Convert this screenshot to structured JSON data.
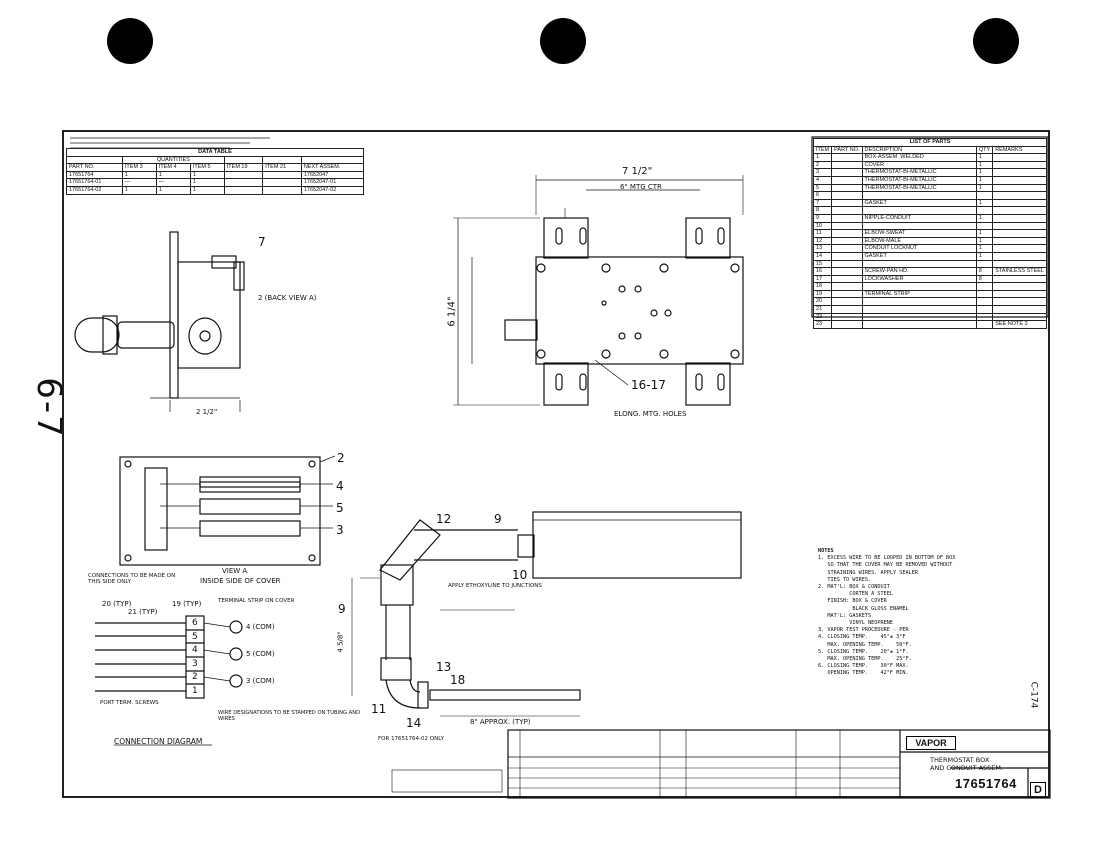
{
  "page_side_number": "6-7",
  "page_side_number_right": "C-174",
  "data_table": {
    "title": "DATA TABLE",
    "quantities_label": "QUANTITIES",
    "headers": [
      "PART NO.",
      "ITEM 3",
      "ITEM 4",
      "ITEM 5",
      "ITEM 19",
      "ITEM 21",
      "NEXT ASSEM."
    ],
    "rows": [
      [
        "17651764",
        "1",
        "1",
        "1",
        "",
        "",
        "17652047"
      ],
      [
        "17651764-01",
        "—",
        "—",
        "1",
        "",
        "",
        "17652047-01"
      ],
      [
        "17651764-02",
        "1",
        "1",
        "1",
        "",
        "",
        "17652047-02"
      ]
    ]
  },
  "parts_list": {
    "title": "LIST OF PARTS",
    "headers": [
      "ITEM",
      "PART NO.",
      "DESCRIPTION",
      "QTY",
      "REMARKS"
    ],
    "rows": [
      [
        "1",
        "",
        "BOX-ASSEM. WELDED",
        "1",
        ""
      ],
      [
        "2",
        "",
        "COVER",
        "1",
        ""
      ],
      [
        "3",
        "",
        "THERMOSTAT-BI-METALLIC",
        "1",
        ""
      ],
      [
        "4",
        "",
        "THERMOSTAT-BI-METALLIC",
        "1",
        ""
      ],
      [
        "5",
        "",
        "THERMOSTAT-BI-METALLIC",
        "1",
        ""
      ],
      [
        "6",
        "",
        "",
        "",
        ""
      ],
      [
        "7",
        "",
        "GASKET",
        "1",
        ""
      ],
      [
        "8",
        "",
        "",
        "",
        ""
      ],
      [
        "9",
        "",
        "NIPPLE-CONDUIT",
        "1",
        ""
      ],
      [
        "10",
        "",
        "",
        "",
        ""
      ],
      [
        "11",
        "",
        "ELBOW-SWEAT",
        "1",
        ""
      ],
      [
        "12",
        "",
        "ELBOW-MALE",
        "1",
        ""
      ],
      [
        "13",
        "",
        "CONDUIT LOCKNUT",
        "1",
        ""
      ],
      [
        "14",
        "",
        "GASKET",
        "1",
        ""
      ],
      [
        "15",
        "",
        "",
        "",
        ""
      ],
      [
        "16",
        "",
        "SCREW-PAN HD.",
        "8",
        "STAINLESS STEEL"
      ],
      [
        "17",
        "",
        "LOCKWASHER",
        "8",
        ""
      ],
      [
        "18",
        "",
        "",
        "",
        ""
      ],
      [
        "19",
        "",
        "TERMINAL STRIP",
        "",
        ""
      ],
      [
        "20",
        "",
        "",
        "",
        ""
      ],
      [
        "21",
        "",
        "",
        "",
        ""
      ],
      [
        "22",
        "",
        "",
        "",
        ""
      ],
      [
        "23",
        "",
        "",
        "",
        "SEE NOTE 3"
      ]
    ]
  },
  "views": {
    "view_a_label": "VIEW A",
    "view_a_sub": "INSIDE SIDE OF COVER",
    "back_view_label": "2 (BACK VIEW A)",
    "holes_label": "ELONG. MTG. HOLES",
    "sealant_label": "APPLY ETHOXYLINE TO JUNCTIONS",
    "connection_diagram": "CONNECTION DIAGRAM",
    "wire_note": "WIRE DESIGNATIONS TO BE STAMPED ON TUBING AND WIRES",
    "for_note": "FOR 17651764-02 ONLY",
    "terminal_strip": "TERMINAL STRIP ON COVER",
    "port_screws": "PORT TERM. SCREWS",
    "connections_note": "CONNECTIONS TO BE MADE ON THIS SIDE ONLY",
    "dims": {
      "width": "7 1/2\"",
      "height": "6 1/4\"",
      "hole_center": "6\" MTG CTR",
      "left_dim": "2 1/2\"",
      "bottom_dim": "8\" APPROX. (TYP)",
      "vert_dim": "4 5/8\""
    },
    "callouts": [
      "7",
      "2",
      "4",
      "5",
      "3",
      "12",
      "9",
      "10",
      "9",
      "13",
      "18",
      "11",
      "14",
      "16-17",
      "20",
      "21",
      "19"
    ],
    "terminals": [
      "6",
      "5",
      "4",
      "3",
      "2",
      "1"
    ],
    "terminal_labels": [
      "4 (COM)",
      "5 (COM)",
      "3 (COM)"
    ],
    "typ_labels": [
      "20 (TYP)",
      "21 (TYP)",
      "19 (TYP)"
    ]
  },
  "notes": {
    "title": "NOTES",
    "lines": [
      "1. EXCESS WIRE TO BE LOOPED IN BOTTOM OF BOX",
      "   SO THAT THE COVER MAY BE REMOVED WITHOUT",
      "   STRAINING WIRES. APPLY SEALER",
      "   TIES TO WIRES.",
      "2. MAT'L: BOX & CONDUIT",
      "          CORTEN A STEEL",
      "   FINISH: BOX & COVER",
      "           BLACK GLOSS ENAMEL",
      "   MAT'L: GASKETS",
      "          VINYL NEOPRENE",
      "3. VAPOR TEST PROCEDURE - PER",
      "4. CLOSING TEMP.    45°± 3°F",
      "   MAX. OPENING TEMP.    50°F.",
      "5. CLOSING TEMP.    20°± 1°F.",
      "   MAX. OPENING TEMP.    25°F.",
      "6. CLOSING TEMP.    30°F MAX.",
      "   OPENING TEMP.    42°F MIN."
    ]
  },
  "title_block": {
    "company": "VAPOR",
    "title_line1": "THERMOSTAT BOX",
    "title_line2": "AND CONDUIT ASSEM.",
    "drawing_number": "17651764",
    "size": "D"
  }
}
